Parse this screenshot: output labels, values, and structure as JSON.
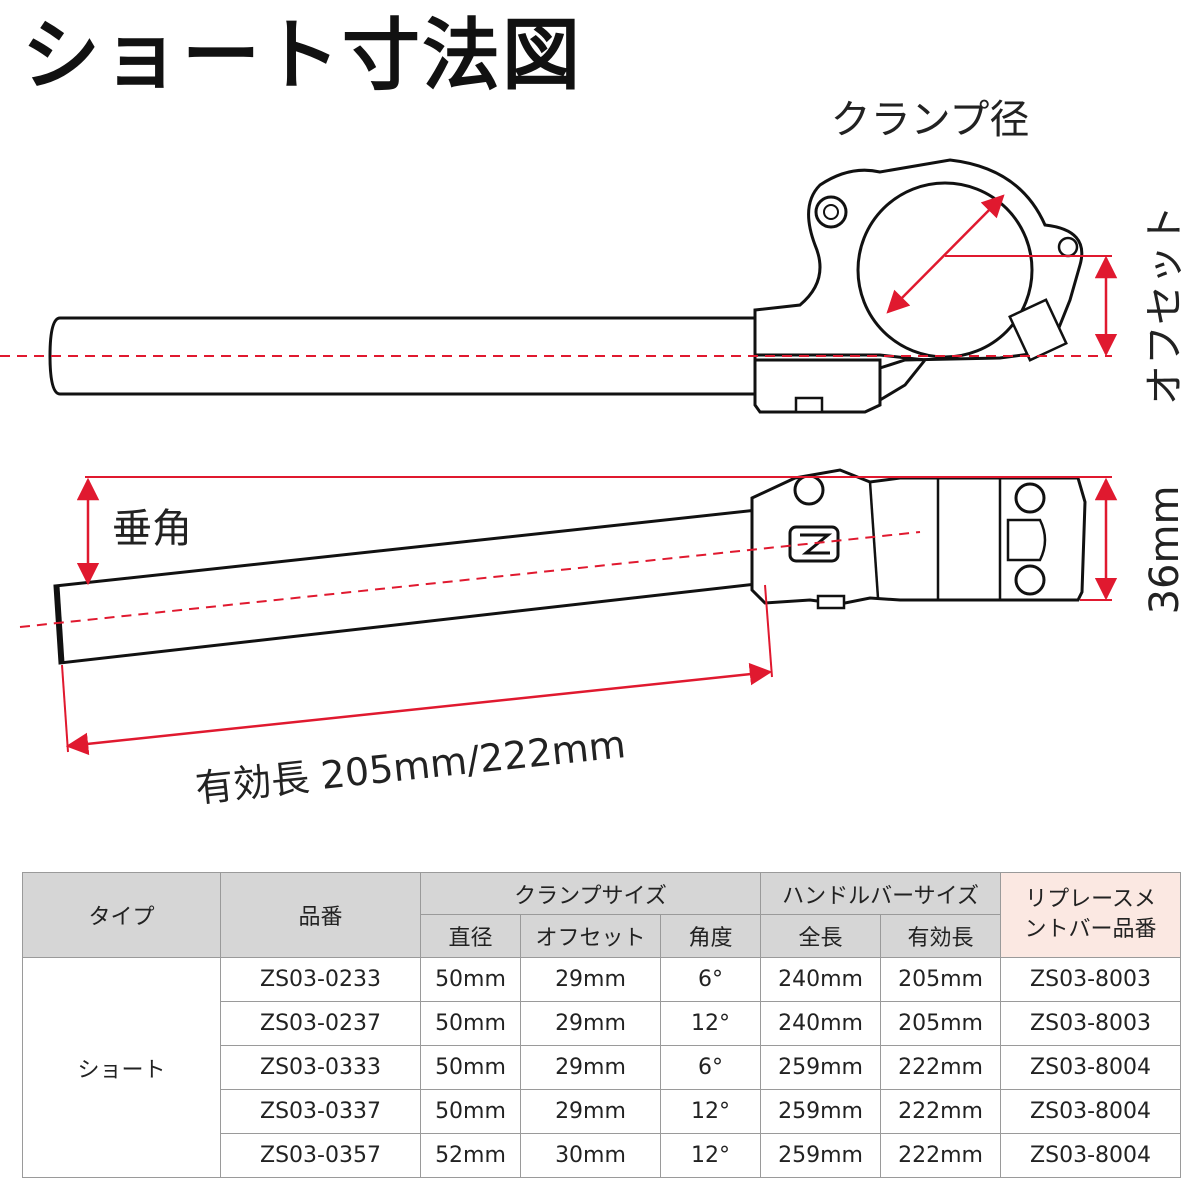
{
  "title": "ショート寸法図",
  "diagram": {
    "clamp_diameter_label": "クランプ径",
    "offset_label": "オフセット",
    "drop_angle_label": "垂角",
    "height_label": "36mm",
    "effective_length_label": "有効長 205mm/222mm"
  },
  "colors": {
    "dimension": "#e0192f",
    "outline": "#111111",
    "header_bg": "#d6d6d6",
    "replacement_header_bg": "#fbe8e2"
  },
  "table": {
    "headers": {
      "type": "タイプ",
      "part_no": "品番",
      "clamp_size": "クランプサイズ",
      "diameter": "直径",
      "offset": "オフセット",
      "angle": "角度",
      "handlebar_size": "ハンドルバーサイズ",
      "total_length": "全長",
      "effective_length": "有効長",
      "replacement_bar_line1": "リプレースメ",
      "replacement_bar_line2": "ントバー品番"
    },
    "type_value": "ショート",
    "rows": [
      {
        "part_no": "ZS03-0233",
        "diameter": "50mm",
        "offset": "29mm",
        "angle": "6°",
        "total_length": "240mm",
        "effective_length": "205mm",
        "replacement": "ZS03-8003"
      },
      {
        "part_no": "ZS03-0237",
        "diameter": "50mm",
        "offset": "29mm",
        "angle": "12°",
        "total_length": "240mm",
        "effective_length": "205mm",
        "replacement": "ZS03-8003"
      },
      {
        "part_no": "ZS03-0333",
        "diameter": "50mm",
        "offset": "29mm",
        "angle": "6°",
        "total_length": "259mm",
        "effective_length": "222mm",
        "replacement": "ZS03-8004"
      },
      {
        "part_no": "ZS03-0337",
        "diameter": "50mm",
        "offset": "29mm",
        "angle": "12°",
        "total_length": "259mm",
        "effective_length": "222mm",
        "replacement": "ZS03-8004"
      },
      {
        "part_no": "ZS03-0357",
        "diameter": "52mm",
        "offset": "30mm",
        "angle": "12°",
        "total_length": "259mm",
        "effective_length": "222mm",
        "replacement": "ZS03-8004"
      }
    ]
  }
}
